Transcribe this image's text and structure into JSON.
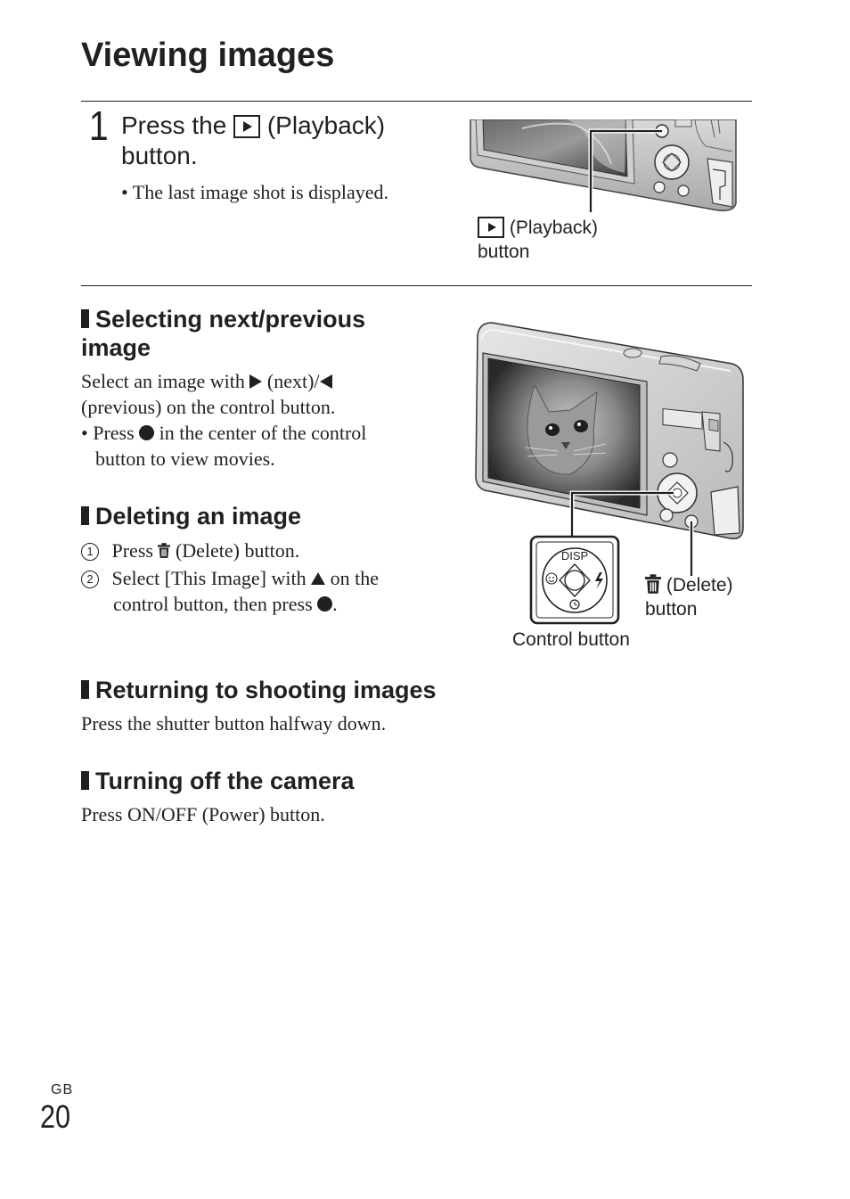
{
  "title": "Viewing images",
  "step1": {
    "number": "1",
    "text_before": "Press the",
    "text_after": "(Playback) button.",
    "bullet": "• The last image shot is displayed."
  },
  "figure1": {
    "callout_playback": "(Playback)",
    "callout_button": "button"
  },
  "sections": {
    "next_prev": {
      "heading": "Selecting next/previous image",
      "line1_a": "Select an image with",
      "line1_b": "(next)/",
      "line2": "(previous) on the control button.",
      "bullet_a": "• Press",
      "bullet_b": "in the center of the control",
      "bullet_c": "button to view movies."
    },
    "delete": {
      "heading": "Deleting an image",
      "step1_num": "1",
      "step1_a": "Press",
      "step1_b": "(Delete) button.",
      "step2_num": "2",
      "step2_a": "Select [This Image] with",
      "step2_b": "on the",
      "step2_c": "control button, then press",
      "step2_d": "."
    },
    "returning": {
      "heading": "Returning to shooting images",
      "body": "Press the shutter button halfway down."
    },
    "turning_off": {
      "heading": "Turning off the camera",
      "body": "Press ON/OFF (Power) button."
    }
  },
  "figure2": {
    "callout_delete": "(Delete)",
    "callout_delete_button": "button",
    "callout_control": "Control button",
    "disp_label": "DISP"
  },
  "footer": {
    "region": "GB",
    "page_number": "20"
  }
}
